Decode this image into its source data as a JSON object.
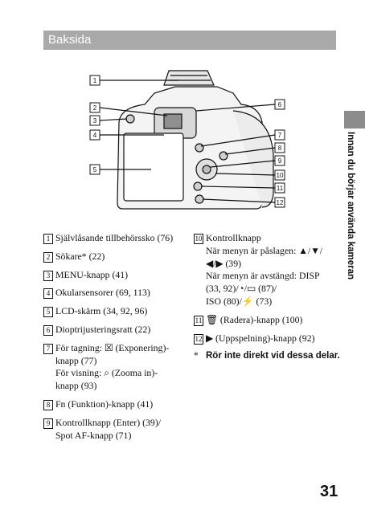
{
  "header": {
    "title": "Baksida"
  },
  "side_label": "Innan du börjar använda kameran",
  "figure": {
    "callouts": [
      "1",
      "2",
      "3",
      "4",
      "5",
      "6",
      "7",
      "8",
      "9",
      "10",
      "11",
      "12"
    ]
  },
  "items_left": [
    {
      "num": "1",
      "lines": [
        "Självlåsande tillbehörssko (76)"
      ]
    },
    {
      "num": "2",
      "lines": [
        "Sökare* (22)"
      ]
    },
    {
      "num": "3",
      "lines": [
        "MENU-knapp (41)"
      ]
    },
    {
      "num": "4",
      "lines": [
        "Okularsensorer (69, 113)"
      ]
    },
    {
      "num": "5",
      "lines": [
        "LCD-skärm (34, 92, 96)"
      ]
    },
    {
      "num": "6",
      "lines": [
        "Dioptrijusteringsratt (22)"
      ]
    },
    {
      "num": "7",
      "lines": [
        "För tagning: ☒ (Exponering)-",
        "knapp (77)",
        "För visning: ⌕ (Zooma in)-",
        "knapp (93)"
      ]
    },
    {
      "num": "8",
      "lines": [
        "Fn (Funktion)-knapp (41)"
      ]
    },
    {
      "num": "9",
      "lines": [
        "Kontrollknapp (Enter) (39)/",
        "Spot AF-knapp (71)"
      ]
    }
  ],
  "items_right": [
    {
      "num": "10",
      "lines": [
        "Kontrollknapp",
        "När menyn är påslagen: ▲/▼/",
        "◀/▶ (39)",
        "När menyn är avstängd: DISP",
        "(33, 92)/◔/▭ (87)/",
        "ISO (80)/⚡ (73)"
      ]
    },
    {
      "num": "11",
      "lines": [
        "🗑 (Radera)-knapp (100)"
      ]
    },
    {
      "num": "12",
      "lines": [
        "▶ (Uppspelning)-knapp (92)"
      ]
    }
  ],
  "note": {
    "star": "*",
    "text": "Rör inte direkt vid dessa delar."
  },
  "page_number": "31"
}
